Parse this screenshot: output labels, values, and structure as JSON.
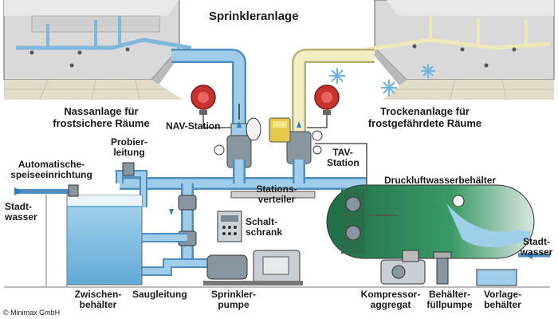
{
  "title": "Sprinkleranlage",
  "copyright": "© Minimax GmbH",
  "labels": {
    "wet": "Nassanlage für\nfrostsichere Räume",
    "dry": "Trockenanlage für\nfrostgefährdete Räume",
    "nav": "NAV-Station",
    "tav": "TAV-\nStation",
    "druckluft": "Druckluftwasserbehälter",
    "probier": "Probier-\nleitung",
    "auto": "Automatische-\nspeiseeinrichtung",
    "stations": "Stations-\nverteiler",
    "schalt": "Schalt-\nschrank",
    "stadt_left": "Stadt-\nwasser",
    "stadt_right": "Stadt-\nwasser",
    "zwischen": "Zwischen-\nbehälter",
    "saug": "Saugleitung",
    "sprinkler": "Sprinkler-\npumpe",
    "kompressor": "Kompressor-\naggregat",
    "behfuell": "Behälter-\nfüllpumpe",
    "vorlage": "Vorlage-\nbehälter"
  },
  "colors": {
    "water": "#8fc7e8",
    "water_dark": "#4f9fcf",
    "air": "#f3efc4",
    "tank_green": "#2e8a5a",
    "valve_gray": "#7b8893",
    "alarm_red": "#c8322e"
  }
}
